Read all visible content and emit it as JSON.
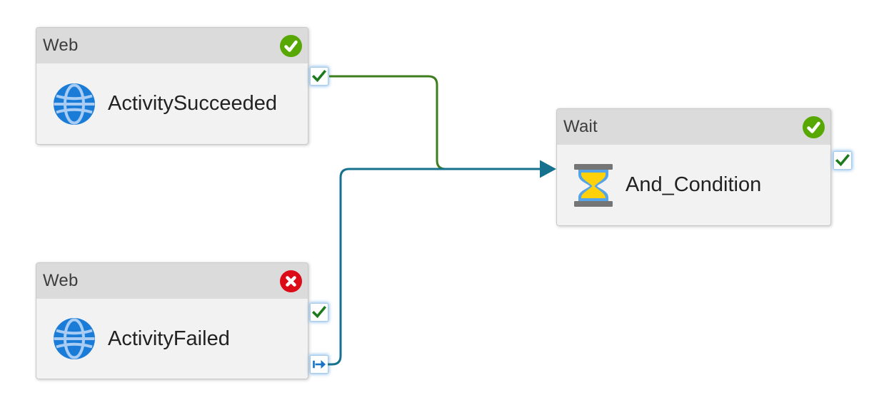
{
  "pipeline": {
    "nodes": [
      {
        "type_label": "Web",
        "name": "ActivitySucceeded",
        "status": "Succeeded",
        "icon": "globe-icon",
        "badge": "success-check",
        "output_ports": [
          "success"
        ]
      },
      {
        "type_label": "Web",
        "name": "ActivityFailed",
        "status": "Failed",
        "icon": "globe-icon",
        "badge": "error-x",
        "output_ports": [
          "success",
          "completion"
        ]
      },
      {
        "type_label": "Wait",
        "name": "And_Condition",
        "status": "Succeeded",
        "icon": "hourglass-icon",
        "badge": "success-check",
        "output_ports": [
          "success"
        ]
      }
    ],
    "edges": [
      {
        "from": "ActivitySucceeded",
        "from_port": "success",
        "to": "And_Condition",
        "dependency_type": "success"
      },
      {
        "from": "ActivityFailed",
        "from_port": "completion",
        "to": "And_Condition",
        "dependency_type": "completion"
      }
    ]
  },
  "colors": {
    "success_badge": "#57A802",
    "error_badge": "#DB0B17",
    "badge_glyph": "#FFFFFF",
    "edge_success": "#3E7D1E",
    "edge_completion": "#15718D",
    "port_check_green": "#1D7A1D",
    "port_arrow_blue": "#1673C8",
    "globe_fill": "#1B7CD8",
    "globe_lines": "#A8CCF4",
    "hourglass_frame": "#55A4E8",
    "hourglass_sand": "#FFD10A",
    "hourglass_caps": "#757575"
  }
}
